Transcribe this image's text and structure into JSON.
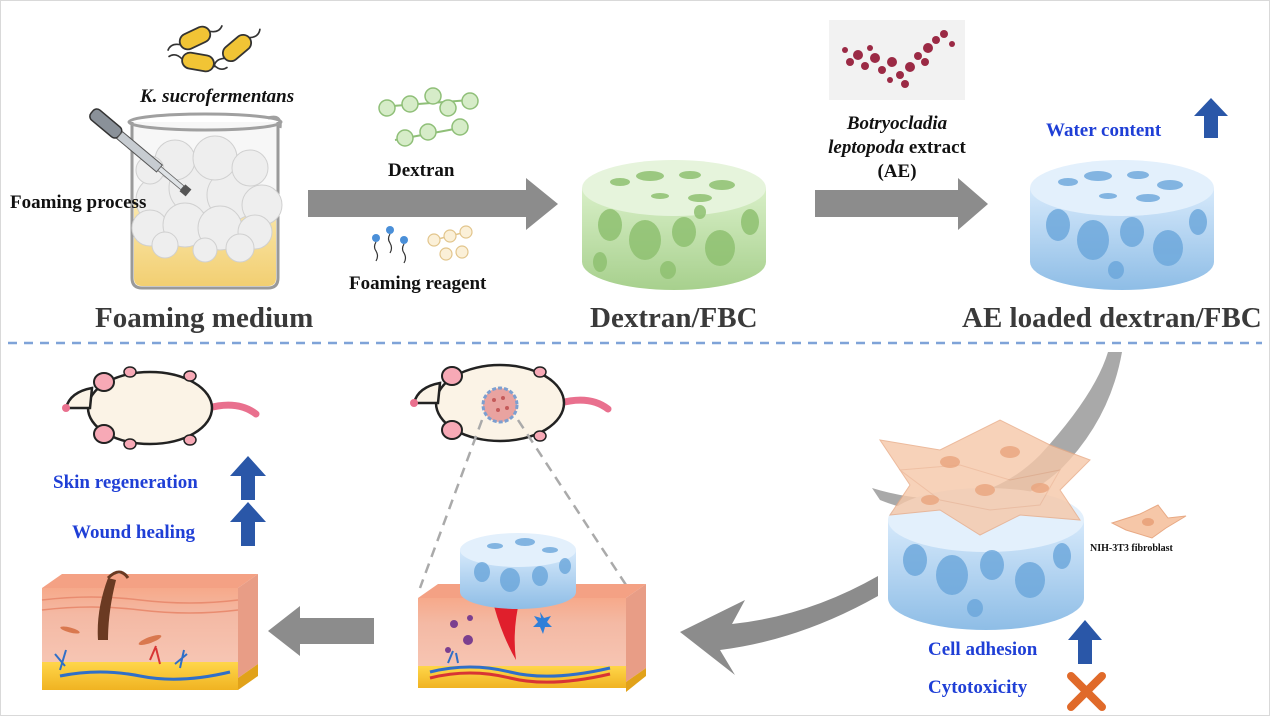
{
  "top": {
    "bacteria_label": "K. sucrofermentans",
    "foaming_process": "Foaming process",
    "dextran": "Dextran",
    "foaming_reagent": "Foaming reagent",
    "extract_line1": "Botryocladia",
    "extract_line2_italic": "leptopoda",
    "extract_line2_rest": " extract",
    "extract_line3": "(AE)",
    "water_content": "Water content",
    "stage1": "Foaming medium",
    "stage2": "Dextran/FBC",
    "stage3": "AE loaded dextran/FBC"
  },
  "bottom": {
    "skin_regeneration": "Skin regeneration",
    "wound_healing": "Wound healing",
    "fibroblast": "NIH-3T3 fibroblast",
    "cell_adhesion": "Cell adhesion",
    "cytotoxicity": "Cytotoxicity"
  },
  "colors": {
    "arrow_gray": "#8c8c8c",
    "up_arrow_blue": "#2a57a8",
    "cross_orange": "#e06a2a",
    "divider_blue": "#7fa3d8",
    "scaffold_green": "#b9dca3",
    "scaffold_blue": "#a9cdee",
    "label_blue": "#1f3fd6"
  }
}
